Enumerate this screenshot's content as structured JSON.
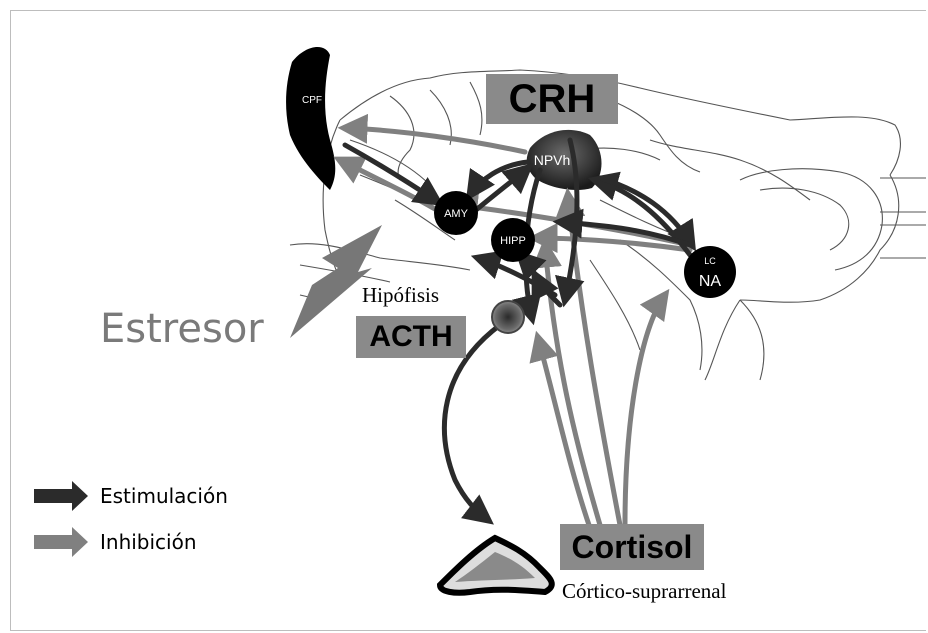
{
  "labels": {
    "crh": "CRH",
    "acth": "ACTH",
    "cortisol": "Cortisol",
    "estresor": "Estresor",
    "hipofisis": "Hipófisis",
    "cortico": "Córtico-suprarrenal"
  },
  "nodes": {
    "cpf": "CPF",
    "amy": "AMY",
    "hipp": "HIPP",
    "npvh": "NPVh",
    "lc": "LC",
    "na": "NA"
  },
  "legend": {
    "stimulation": "Estimulación",
    "inhibition": "Inhibición"
  },
  "colors": {
    "stimulation": "#2b2b2b",
    "inhibition": "#808080",
    "label_box": "#8a8a8a",
    "node": "#000000"
  }
}
